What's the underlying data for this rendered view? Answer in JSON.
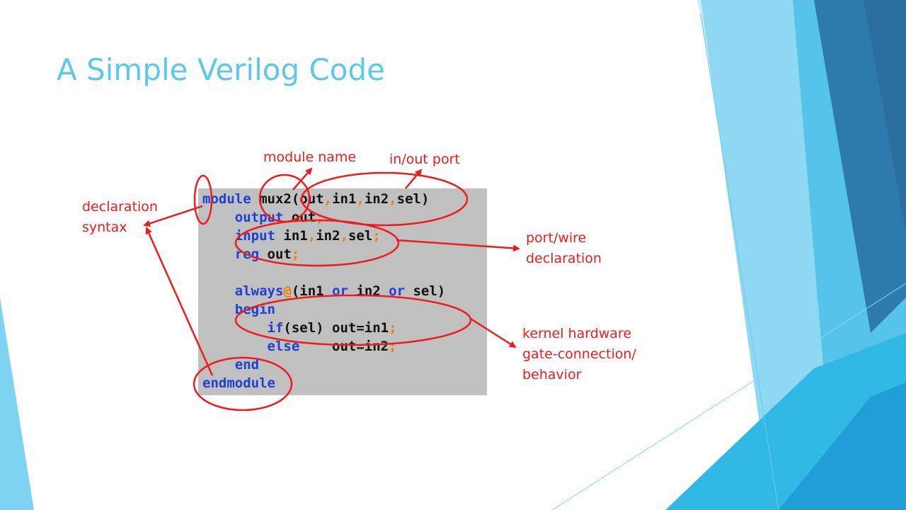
{
  "slide": {
    "title": "A Simple Verilog Code",
    "accent_color": "#5ec8ea",
    "annotation_color": "#ee1c1c"
  },
  "code": {
    "keyword_color": "#1f3fd6",
    "punctuation_color": "#f08000",
    "lines": [
      {
        "tokens": [
          {
            "t": "module",
            "c": "kw"
          },
          {
            "t": " mux2(",
            "c": "id"
          },
          {
            "t": "out",
            "c": "id"
          },
          {
            "t": ",",
            "c": "pn"
          },
          {
            "t": "in1",
            "c": "id"
          },
          {
            "t": ",",
            "c": "pn"
          },
          {
            "t": "in2",
            "c": "id"
          },
          {
            "t": ",",
            "c": "pn"
          },
          {
            "t": "sel)",
            "c": "id"
          }
        ]
      },
      {
        "tokens": [
          {
            "t": "    ",
            "c": "id"
          },
          {
            "t": "output",
            "c": "kw"
          },
          {
            "t": " out",
            "c": "id"
          },
          {
            "t": ";",
            "c": "pn"
          }
        ]
      },
      {
        "tokens": [
          {
            "t": "    ",
            "c": "id"
          },
          {
            "t": "input",
            "c": "kw"
          },
          {
            "t": " in1",
            "c": "id"
          },
          {
            "t": ",",
            "c": "pn"
          },
          {
            "t": "in2",
            "c": "id"
          },
          {
            "t": ",",
            "c": "pn"
          },
          {
            "t": "sel",
            "c": "id"
          },
          {
            "t": ";",
            "c": "pn"
          }
        ]
      },
      {
        "tokens": [
          {
            "t": "    ",
            "c": "id"
          },
          {
            "t": "reg",
            "c": "kw"
          },
          {
            "t": " out",
            "c": "id"
          },
          {
            "t": ";",
            "c": "pn"
          }
        ]
      },
      {
        "tokens": []
      },
      {
        "tokens": [
          {
            "t": "    ",
            "c": "id"
          },
          {
            "t": "always",
            "c": "kw"
          },
          {
            "t": "@",
            "c": "pn"
          },
          {
            "t": "(in1 ",
            "c": "id"
          },
          {
            "t": "or",
            "c": "kw"
          },
          {
            "t": " in2 ",
            "c": "id"
          },
          {
            "t": "or",
            "c": "kw"
          },
          {
            "t": " sel)",
            "c": "id"
          }
        ]
      },
      {
        "tokens": [
          {
            "t": "    ",
            "c": "id"
          },
          {
            "t": "begin",
            "c": "kw"
          }
        ]
      },
      {
        "tokens": [
          {
            "t": "        ",
            "c": "id"
          },
          {
            "t": "if",
            "c": "kw"
          },
          {
            "t": "(sel) out=in1",
            "c": "id"
          },
          {
            "t": ";",
            "c": "pn"
          }
        ]
      },
      {
        "tokens": [
          {
            "t": "        ",
            "c": "id"
          },
          {
            "t": "else",
            "c": "kw"
          },
          {
            "t": "    out=in2",
            "c": "id"
          },
          {
            "t": ";",
            "c": "pn"
          }
        ]
      },
      {
        "tokens": [
          {
            "t": "    ",
            "c": "id"
          },
          {
            "t": "end",
            "c": "kw"
          }
        ]
      },
      {
        "tokens": [
          {
            "t": "endmodule",
            "c": "kw"
          }
        ]
      }
    ]
  },
  "annotations": {
    "module_name": "module name",
    "in_out_port": "in/out port",
    "declaration_syntax": [
      "declaration",
      "syntax"
    ],
    "port_wire_declaration": [
      "port/wire",
      "declaration"
    ],
    "kernel_behavior": [
      "kernel hardware",
      "gate-connection/",
      "behavior"
    ]
  }
}
